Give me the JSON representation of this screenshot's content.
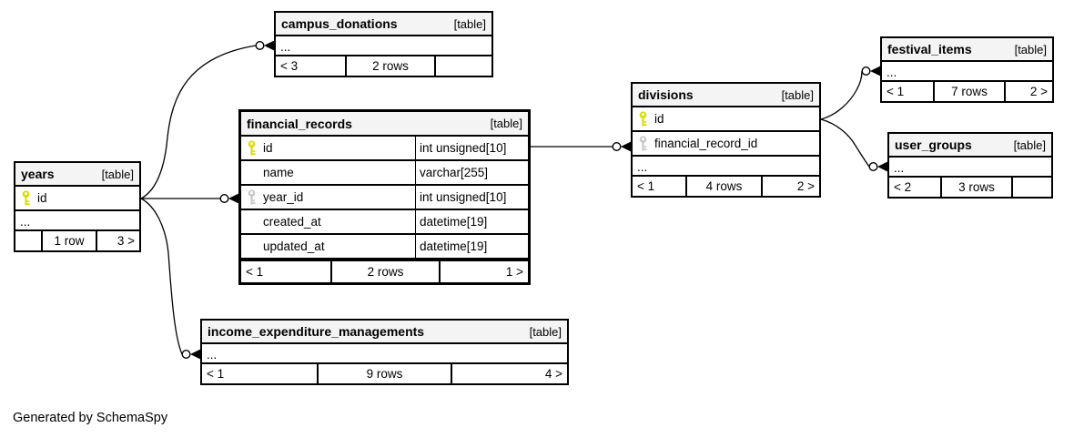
{
  "footer_note": "Generated by SchemaSpy",
  "colors": {
    "primary_key": "#dcdc0a",
    "foreign_key": "#c9c9c9",
    "header_bg": "#f4f4f4",
    "border": "#000000"
  },
  "tables": {
    "campus_donations": {
      "title": "campus_donations",
      "badge": "[table]",
      "ellipsis": "...",
      "footer": {
        "left": "< 3",
        "center": "2 rows",
        "right": ""
      }
    },
    "financial_records": {
      "title": "financial_records",
      "badge": "[table]",
      "columns": [
        {
          "name": "id",
          "type": "int unsigned[10]",
          "key": "primary"
        },
        {
          "name": "name",
          "type": "varchar[255]",
          "key": ""
        },
        {
          "name": "year_id",
          "type": "int unsigned[10]",
          "key": "foreign"
        },
        {
          "name": "created_at",
          "type": "datetime[19]",
          "key": ""
        },
        {
          "name": "updated_at",
          "type": "datetime[19]",
          "key": ""
        }
      ],
      "footer": {
        "left": "< 1",
        "center": "2 rows",
        "right": "1 >"
      }
    },
    "years": {
      "title": "years",
      "badge": "[table]",
      "ellipsis": "...",
      "columns": [
        {
          "name": "id",
          "key": "primary"
        }
      ],
      "footer": {
        "left": "",
        "center": "1 row",
        "right": "3 >"
      }
    },
    "divisions": {
      "title": "divisions",
      "badge": "[table]",
      "ellipsis": "...",
      "columns": [
        {
          "name": "id",
          "key": "primary"
        },
        {
          "name": "financial_record_id",
          "key": "foreign"
        }
      ],
      "footer": {
        "left": "< 1",
        "center": "4 rows",
        "right": "2 >"
      }
    },
    "festival_items": {
      "title": "festival_items",
      "badge": "[table]",
      "ellipsis": "...",
      "footer": {
        "left": "< 1",
        "center": "7 rows",
        "right": "2 >"
      }
    },
    "user_groups": {
      "title": "user_groups",
      "badge": "[table]",
      "ellipsis": "...",
      "footer": {
        "left": "< 2",
        "center": "3 rows",
        "right": ""
      }
    },
    "income_expenditure_managements": {
      "title": "income_expenditure_managements",
      "badge": "[table]",
      "ellipsis": "...",
      "footer": {
        "left": "< 1",
        "center": "9 rows",
        "right": "4 >"
      }
    }
  },
  "relationships": [
    {
      "parent": "years.id",
      "child": "campus_donations"
    },
    {
      "parent": "years.id",
      "child": "financial_records.year_id"
    },
    {
      "parent": "years.id",
      "child": "income_expenditure_managements"
    },
    {
      "parent": "financial_records.id",
      "child": "divisions.financial_record_id"
    },
    {
      "parent": "divisions.id",
      "child": "festival_items"
    },
    {
      "parent": "divisions.id",
      "child": "user_groups"
    }
  ]
}
